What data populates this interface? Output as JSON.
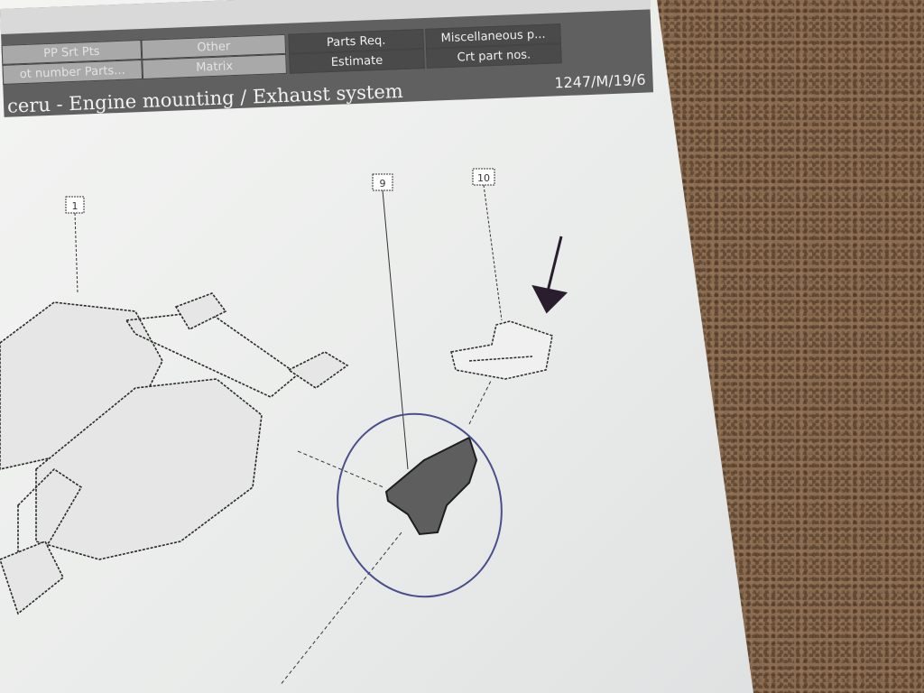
{
  "toolbar": {
    "tabs_row1": [
      "PP Srt Pts",
      "Other",
      "Parts Req.",
      "Miscellaneous p..."
    ],
    "tabs_row2": [
      "ot number Parts...",
      "Matrix",
      "Estimate",
      "Crt part nos."
    ],
    "reference": "1247/M/19/6"
  },
  "heading": "ceru - Engine mounting / Exhaust system",
  "callouts": [
    "1",
    "9",
    "10"
  ],
  "colors": {
    "paper": "#eeefee",
    "toolbar": "#606060",
    "carpet": "#8b6c50",
    "ink_circle": "#4a4f8c",
    "arrow_ink": "#2a1d2e"
  }
}
